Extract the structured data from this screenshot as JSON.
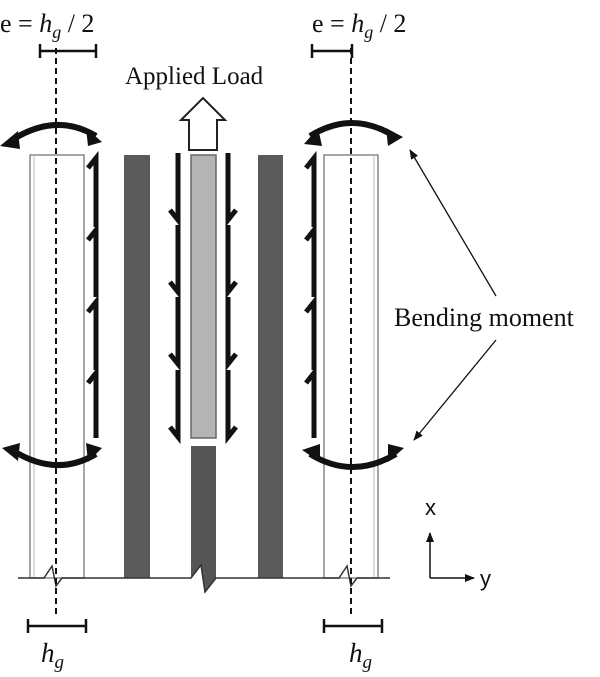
{
  "labels": {
    "eccentricity_left": {
      "prefix": "e = ",
      "symbol": "h",
      "subscript": "g",
      "suffix": " / 2"
    },
    "eccentricity_right": {
      "prefix": "e = ",
      "symbol": "h",
      "subscript": "g",
      "suffix": " / 2"
    },
    "applied_load": "Applied Load",
    "bending_moment": "Bending moment",
    "thickness_left": {
      "symbol": "h",
      "subscript": "g"
    },
    "thickness_right": {
      "symbol": "h",
      "subscript": "g"
    },
    "axis_x": "x",
    "axis_y": "y"
  },
  "colors": {
    "ink": "#111111",
    "dark_plate": "#5a5a5a",
    "center_plate": "#b4b4b4",
    "lower_plate": "#555555",
    "outline": "#888888"
  },
  "icons": {
    "applied_load": "hollow-arrow-up-icon",
    "bending_moment": "curved-arrow-icon",
    "shear_stress": "half-arrow-icon",
    "coordinate_axes": "axes-icon"
  }
}
